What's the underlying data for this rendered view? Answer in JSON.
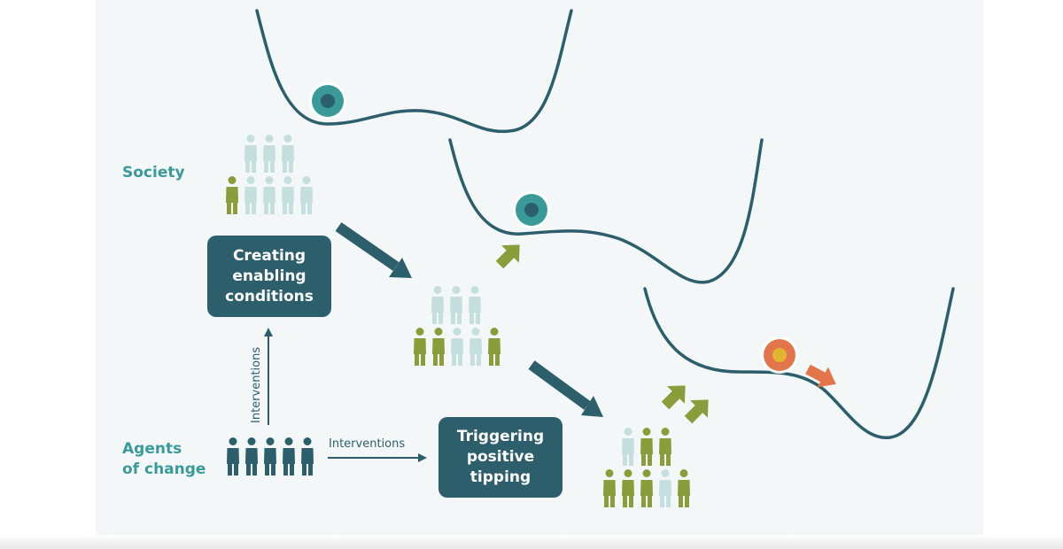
{
  "labels": {
    "society": "Society",
    "agents_line1": "Agents",
    "agents_line2": "of change"
  },
  "boxes": {
    "enabling": [
      "Creating",
      "enabling",
      "conditions"
    ],
    "tipping": [
      "Triggering",
      "positive",
      "tipping"
    ]
  },
  "interventions": {
    "vertical": "Interventions",
    "horizontal": "Interventions"
  },
  "colors": {
    "dark_teal": "#2c5e6c",
    "teal": "#3a9a9a",
    "light_teal": "#c5dede",
    "olive": "#8a9d3a",
    "orange": "#e2764a",
    "yellow": "#e2b531",
    "background": "#f3f7f7"
  },
  "groups": {
    "society_top": [
      "light",
      "light",
      "light"
    ],
    "society_bottom": [
      "olive",
      "light",
      "light",
      "light",
      "light"
    ],
    "agents": [
      "dark",
      "dark",
      "dark",
      "dark",
      "dark"
    ],
    "mid_top": [
      "light",
      "light",
      "light"
    ],
    "mid_bottom": [
      "olive",
      "olive",
      "light",
      "light",
      "olive"
    ],
    "end_top": [
      "light",
      "olive",
      "olive"
    ],
    "end_bottom": [
      "olive",
      "olive",
      "olive",
      "light",
      "olive"
    ]
  }
}
